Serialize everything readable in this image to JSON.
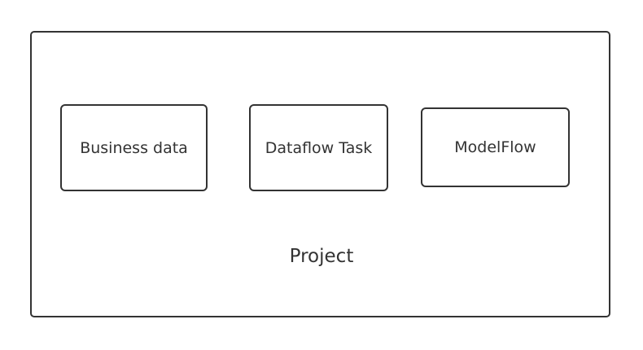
{
  "diagram": {
    "container_label": "Project",
    "components": [
      {
        "label": "Business data"
      },
      {
        "label": "Dataflow Task"
      },
      {
        "label": "ModelFlow"
      }
    ],
    "colors": {
      "stroke": "#333333",
      "text": "#333333",
      "background": "#ffffff"
    }
  }
}
